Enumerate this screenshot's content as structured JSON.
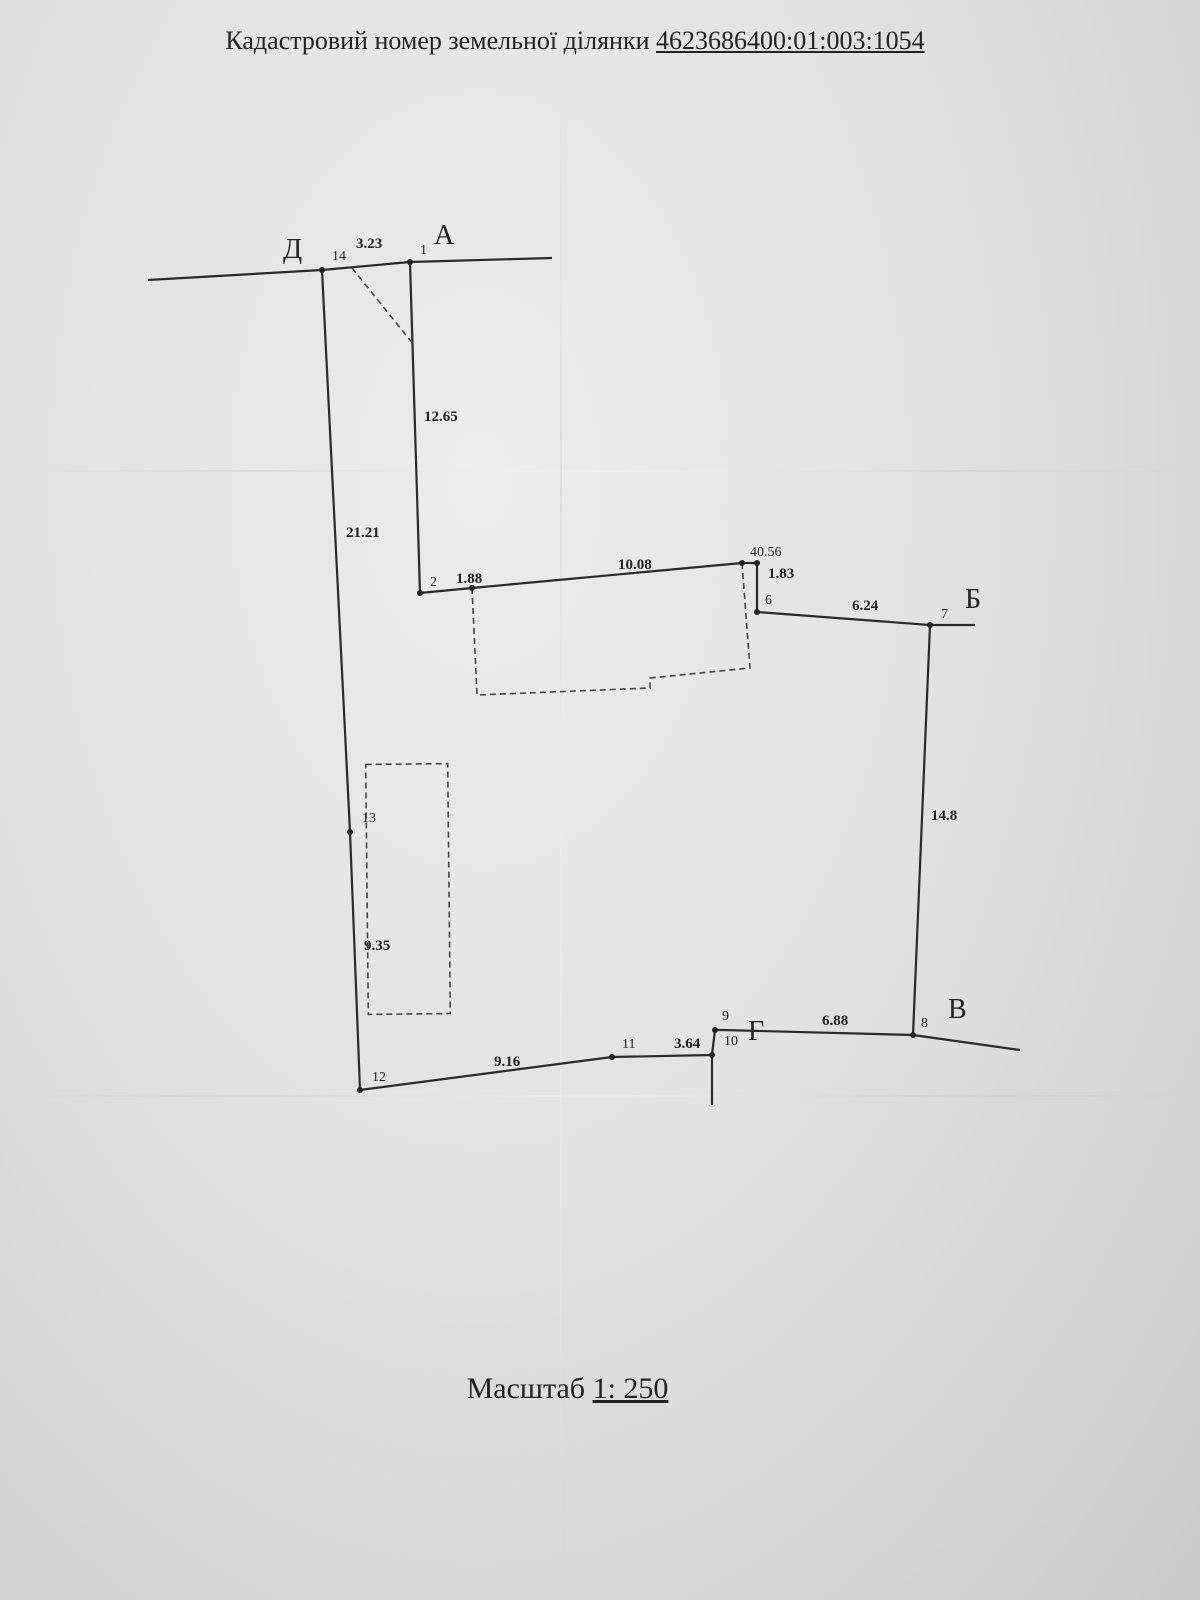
{
  "header": {
    "label": "Кадастровий номер земельної ділянки",
    "cadastral_number": "4623686400:01:003:1054"
  },
  "scale": {
    "label": "Масштаб",
    "value": "1: 250"
  },
  "corners": {
    "A": "А",
    "B": "Б",
    "V": "В",
    "G": "Г",
    "D": "Д"
  },
  "points": {
    "p1": "1",
    "p2": "2",
    "p45": "40.56",
    "p6": "6",
    "p7": "7",
    "p8": "8",
    "p9": "9",
    "p10": "10",
    "p11": "11",
    "p12": "12",
    "p13": "13",
    "p14": "14"
  },
  "lengths": {
    "s14_1": "3.23",
    "s1_2": "12.65",
    "s2_3": "1.88",
    "s3_4": "10.08",
    "s5_6": "1.83",
    "s6_7": "6.24",
    "s7_8": "14.8",
    "s8_9": "6.88",
    "s10_11": "3.64",
    "s11_12": "9.16",
    "s12_13": "9.35",
    "s13_14": "21.21"
  }
}
